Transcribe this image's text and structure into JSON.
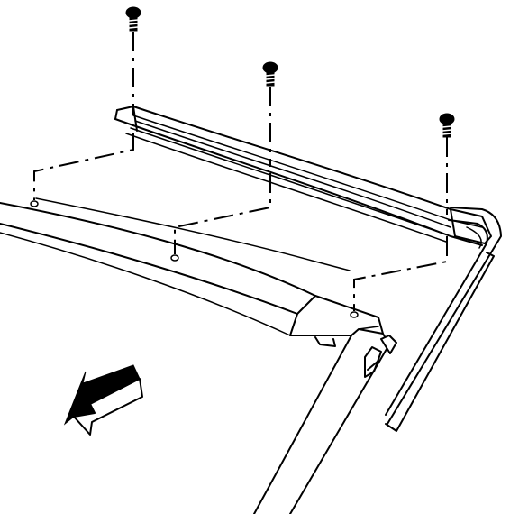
{
  "diagram": {
    "style": "line-art",
    "stroke_color": "#000000",
    "background_color": "#ffffff",
    "components": [
      {
        "name": "roof-rail-molding",
        "kind": "trim-strip"
      },
      {
        "name": "retaining-screw",
        "kind": "fastener",
        "count": 3
      },
      {
        "name": "roof-panel",
        "kind": "body-panel"
      },
      {
        "name": "windshield-pillar",
        "kind": "body-panel"
      },
      {
        "name": "rear-edge-molding",
        "kind": "trim-strip"
      },
      {
        "name": "forward-direction-arrow",
        "kind": "orientation-indicator",
        "icon": "arrow-down-left-icon"
      }
    ],
    "text_labels": []
  }
}
